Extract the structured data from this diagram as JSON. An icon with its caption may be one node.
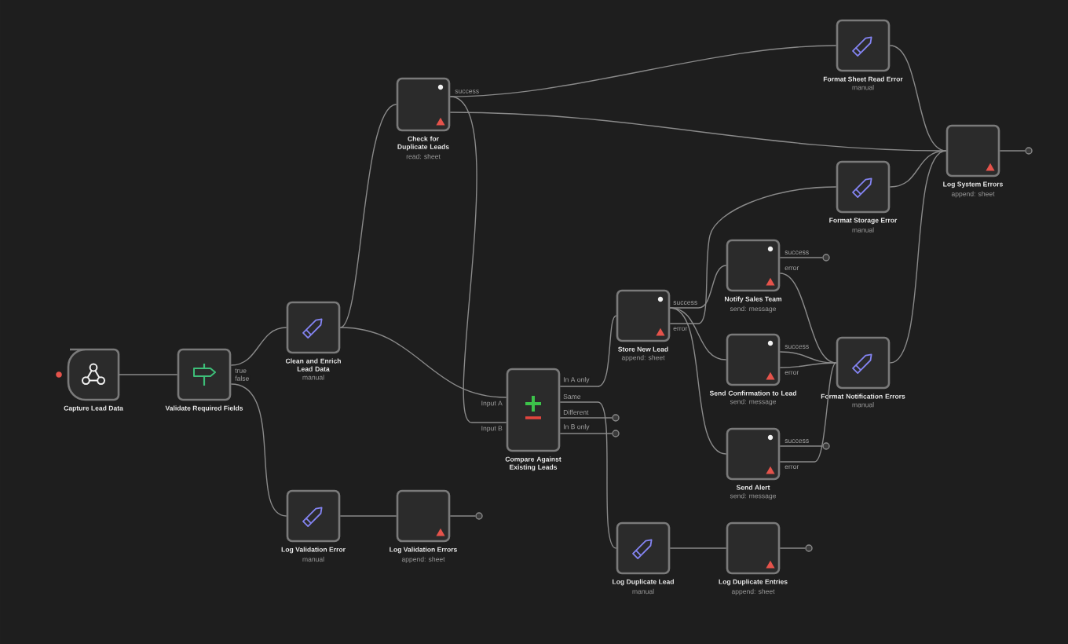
{
  "diagram": {
    "nodes": [
      {
        "text": [
          "Capture Lead Data"
        ]
      },
      {
        "text": [
          "Validate Required Fields"
        ]
      },
      {
        "text": [
          "Clean and Enrich Lead Data",
          "manual"
        ]
      },
      {
        "text": [
          "Check for Duplicate Leads",
          "read: sheet"
        ]
      },
      {
        "text": [
          "Compare Against Existing Leads"
        ]
      },
      {
        "text": [
          "Store New Lead",
          "append: sheet"
        ]
      },
      {
        "text": [
          "Notify Sales Team",
          "send: message"
        ]
      },
      {
        "text": [
          "Send Confirmation to Lead",
          "send: message"
        ]
      },
      {
        "text": [
          "Send Alert",
          "send: message"
        ]
      },
      {
        "text": [
          "Format Sheet Read Error",
          "manual"
        ]
      },
      {
        "text": [
          "Format Storage Error",
          "manual"
        ]
      },
      {
        "text": [
          "Format Notification Errors",
          "manual"
        ]
      },
      {
        "text": [
          "Log System Errors",
          "append: sheet"
        ]
      },
      {
        "text": [
          "Log Validation Error",
          "manual"
        ]
      },
      {
        "text": [
          "Log Validation Errors",
          "append: sheet"
        ]
      },
      {
        "text": [
          "Log Duplicate Lead",
          "manual"
        ]
      },
      {
        "text": [
          "Log Duplicate Entries",
          "append: sheet"
        ]
      },
      {
        "text": [],
        "shape": "circle"
      },
      {
        "text": [],
        "shape": "circle"
      },
      {
        "text": [],
        "shape": "circle"
      },
      {
        "text": [],
        "shape": "circle"
      },
      {
        "text": [],
        "shape": "circle"
      },
      {
        "text": [],
        "shape": "circle"
      },
      {
        "text": [],
        "shape": "circle"
      }
    ],
    "edges": [
      {
        "from": 0,
        "to": 1,
        "arrow": "none"
      },
      {
        "from": 1,
        "to": 2,
        "arrow": "none",
        "label": "true"
      },
      {
        "from": 1,
        "to": 13,
        "arrow": "none",
        "label": "false"
      },
      {
        "from": 2,
        "to": 3,
        "arrow": "none"
      },
      {
        "from": 2,
        "to": 4,
        "arrow": "none"
      },
      {
        "from": 3,
        "to": 4,
        "arrow": "none"
      },
      {
        "from": 3,
        "to": 9,
        "arrow": "none"
      },
      {
        "from": 3,
        "to": 12,
        "arrow": "none"
      },
      {
        "from": 4,
        "to": 5,
        "arrow": "none",
        "label": "In A only"
      },
      {
        "from": 4,
        "to": 15,
        "arrow": "none",
        "label": "Same"
      },
      {
        "from": 4,
        "to": 17,
        "arrow": "none",
        "label": "Different"
      },
      {
        "from": 4,
        "to": 18,
        "arrow": "none",
        "label": "In B only"
      },
      {
        "from": 5,
        "to": 6,
        "arrow": "none"
      },
      {
        "from": 5,
        "to": 7,
        "arrow": "none"
      },
      {
        "from": 5,
        "to": 8,
        "arrow": "none"
      },
      {
        "from": 5,
        "to": 10,
        "arrow": "none",
        "label": "error"
      },
      {
        "from": 6,
        "to": 19,
        "arrow": "none",
        "label": "success"
      },
      {
        "from": 6,
        "to": 11,
        "arrow": "none",
        "label": "error"
      },
      {
        "from": 7,
        "to": 11,
        "arrow": "none",
        "label": "success"
      },
      {
        "from": 7,
        "to": 11,
        "arrow": "none",
        "label": "error"
      },
      {
        "from": 8,
        "to": 20,
        "arrow": "none",
        "label": "success"
      },
      {
        "from": 8,
        "to": 11,
        "arrow": "none",
        "label": "error"
      },
      {
        "from": 9,
        "to": 12,
        "arrow": "none"
      },
      {
        "from": 10,
        "to": 12,
        "arrow": "none"
      },
      {
        "from": 11,
        "to": 12,
        "arrow": "none"
      },
      {
        "from": 12,
        "to": 21,
        "arrow": "none"
      },
      {
        "from": 13,
        "to": 14,
        "arrow": "none"
      },
      {
        "from": 14,
        "to": 22,
        "arrow": "none"
      },
      {
        "from": 15,
        "to": 16,
        "arrow": "none"
      },
      {
        "from": 16,
        "to": 23,
        "arrow": "none"
      }
    ],
    "labels": [
      "Input A",
      "Input B",
      "success",
      "success"
    ]
  }
}
